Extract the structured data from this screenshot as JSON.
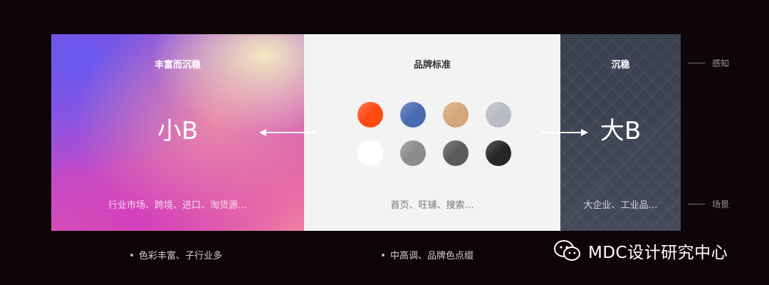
{
  "panels": {
    "left": {
      "title": "丰富而沉稳",
      "big": "小B",
      "sub": "行业市场、跨境、进口、淘货源…"
    },
    "middle": {
      "title": "品牌标准",
      "sub": "首页、旺铺、搜索…"
    },
    "right": {
      "title": "沉稳",
      "big": "大B",
      "sub": "大企业、工业品…"
    }
  },
  "brand_colors": [
    {
      "name": "orange",
      "color": "#ff4a12"
    },
    {
      "name": "blue",
      "color": "#4a6ab2"
    },
    {
      "name": "gold",
      "color": "#d3a77a"
    },
    {
      "name": "silver",
      "color": "#b9bcc4"
    },
    {
      "name": "white",
      "color": "#ffffff"
    },
    {
      "name": "gray",
      "color": "#8c8c8c"
    },
    {
      "name": "dark-gray",
      "color": "#5a5a5a"
    },
    {
      "name": "black",
      "color": "#262626"
    }
  ],
  "side_labels": {
    "perception": "感知",
    "scenario": "场景"
  },
  "bottom_notes": {
    "left": "色彩丰富、子行业多",
    "middle": "中高调、品牌色点缀"
  },
  "watermark": {
    "text": "MDC设计研究中心"
  }
}
